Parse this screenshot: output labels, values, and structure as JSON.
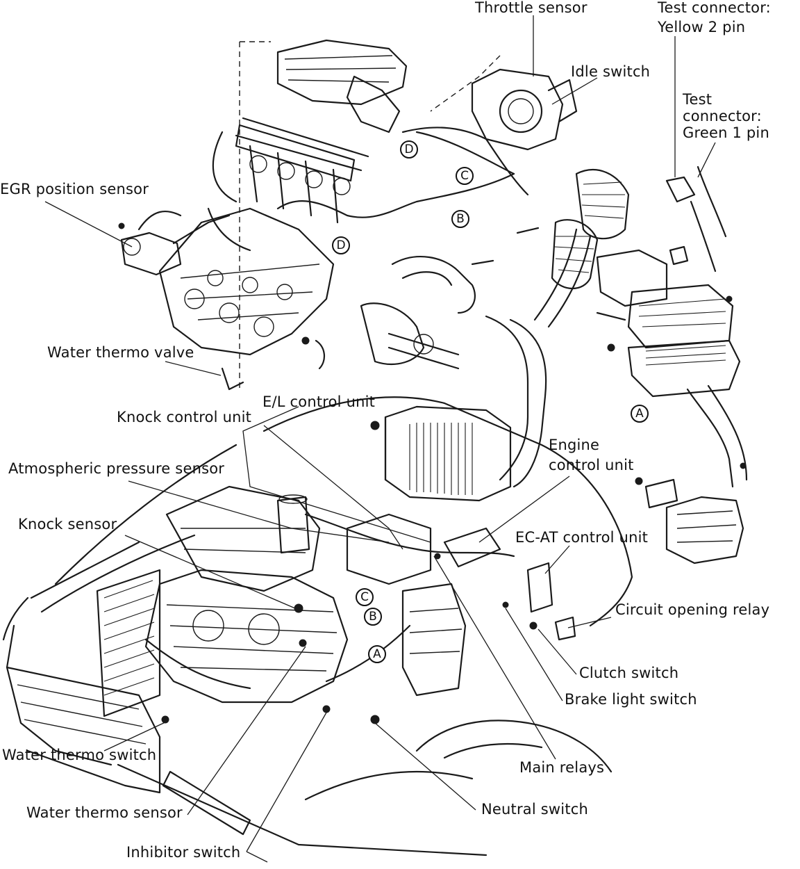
{
  "labels": {
    "throttle_sensor": "Throttle sensor",
    "test_connector_yellow_line1": "Test connector:",
    "test_connector_yellow_line2": "Yellow 2 pin",
    "idle_switch": "Idle switch",
    "test_connector_green_line1": "Test",
    "test_connector_green_line2": "connector:",
    "test_connector_green_line3": "Green 1 pin",
    "egr_position_sensor": "EGR position sensor",
    "water_thermo_valve": "Water thermo valve",
    "el_control_unit": "E/L control unit",
    "knock_control_unit": "Knock control unit",
    "atmospheric_pressure_sensor": "Atmospheric pressure sensor",
    "engine_control_unit_line1": "Engine",
    "engine_control_unit_line2": "control unit",
    "knock_sensor": "Knock sensor",
    "ec_at_control_unit": "EC-AT control unit",
    "circuit_opening_relay": "Circuit opening relay",
    "clutch_switch": "Clutch switch",
    "brake_light_switch": "Brake light switch",
    "water_thermo_switch": "Water thermo switch",
    "main_relays": "Main relays",
    "water_thermo_sensor": "Water thermo sensor",
    "neutral_switch": "Neutral switch",
    "inhibitor_switch": "Inhibitor switch"
  },
  "callouts": {
    "a": "A",
    "b": "B",
    "c": "C",
    "d": "D"
  },
  "colors": {
    "ink": "#1a1a1a",
    "paper": "#ffffff"
  }
}
